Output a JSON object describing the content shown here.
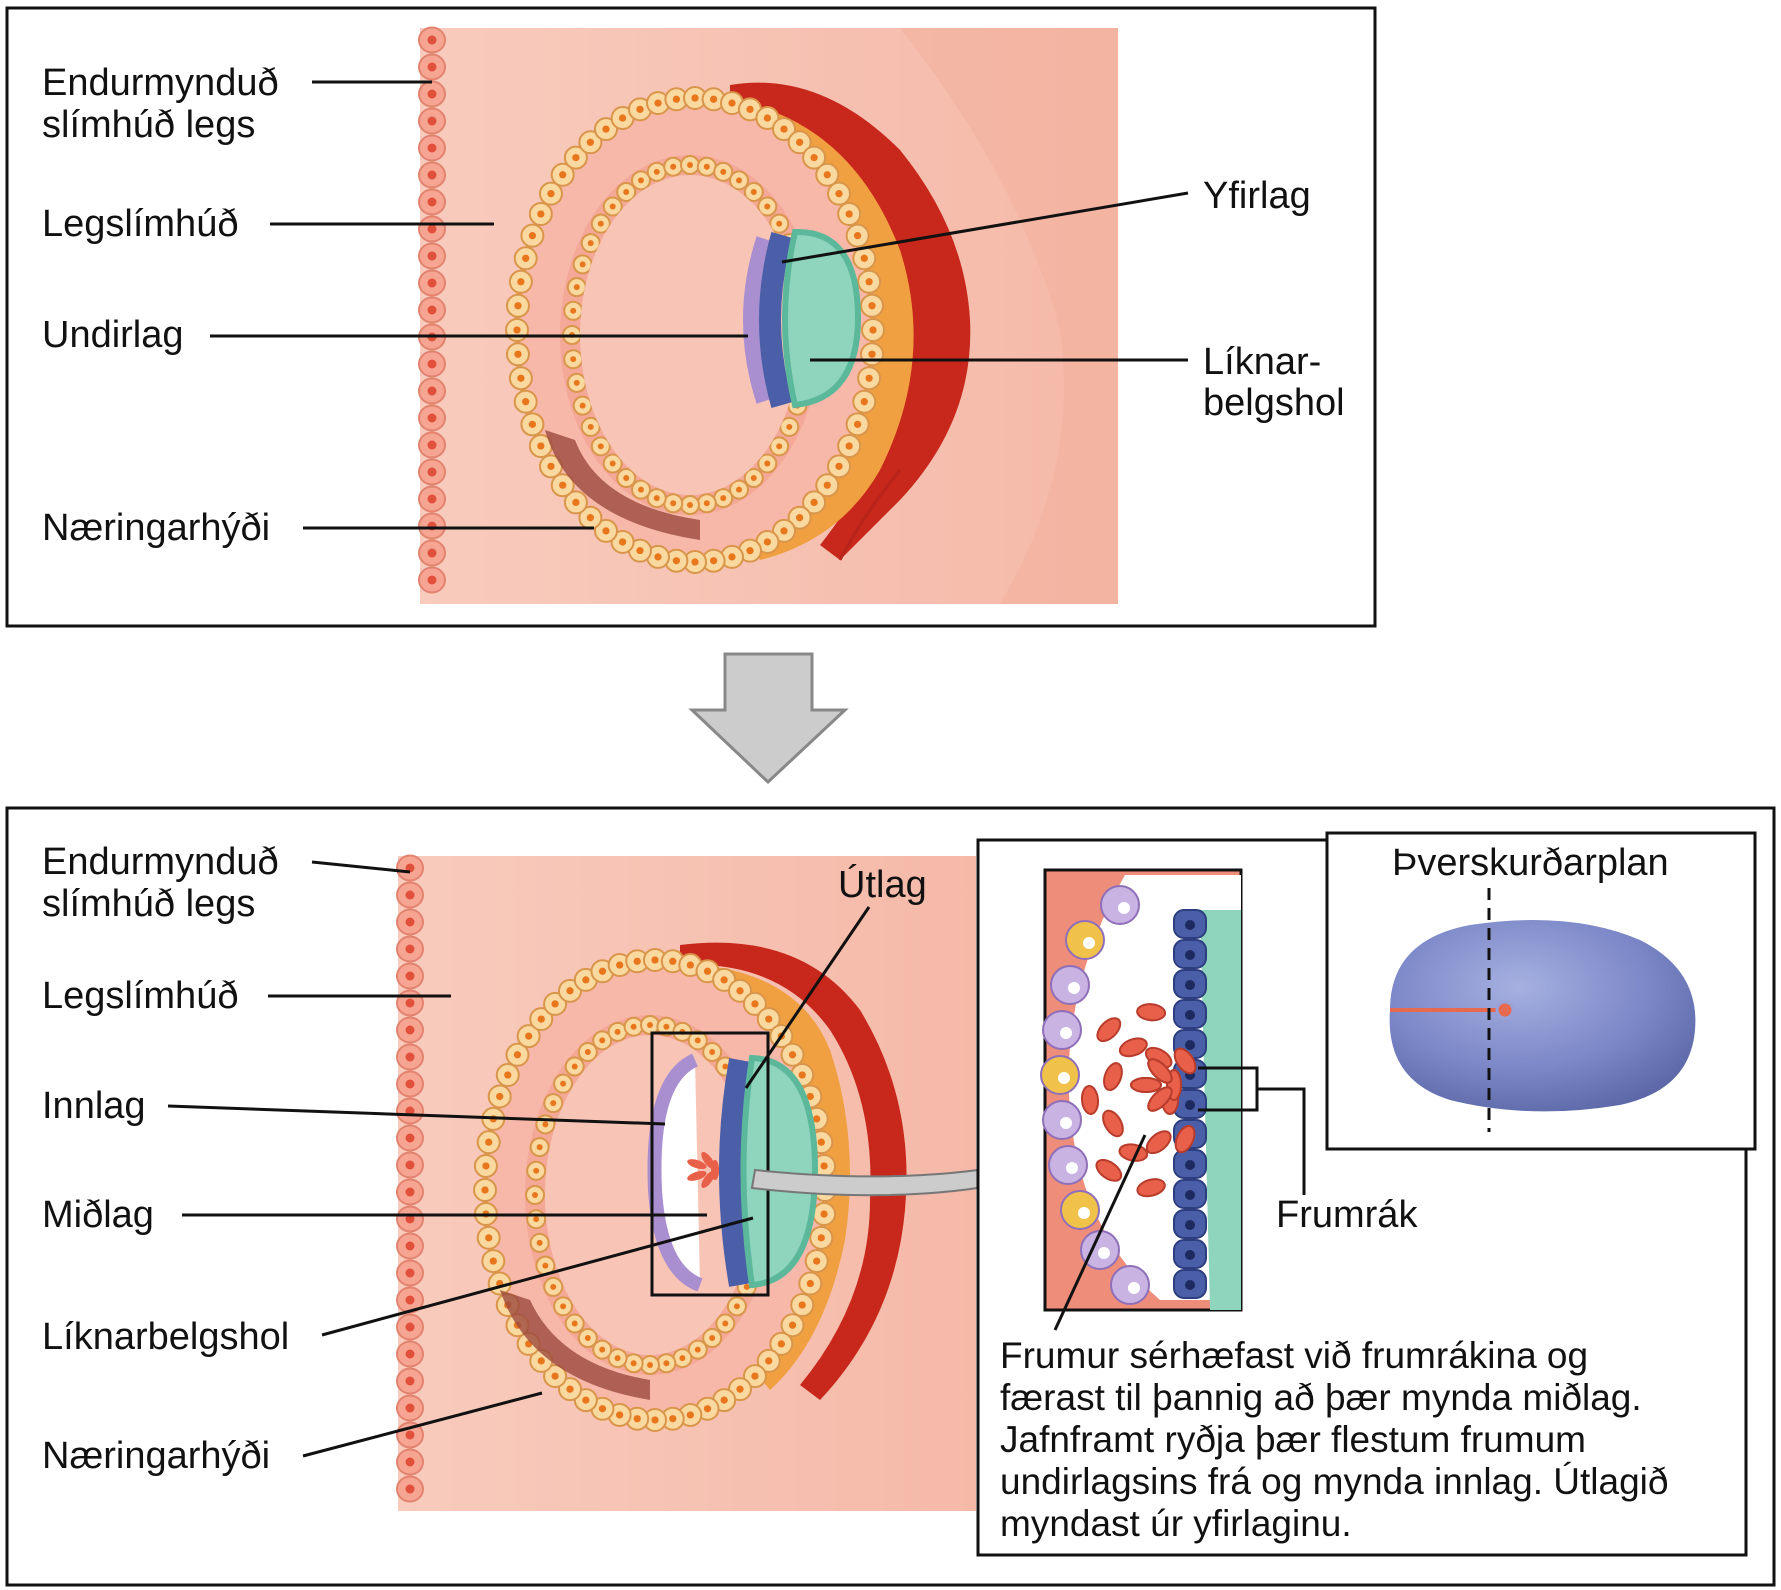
{
  "top_panel": {
    "labels": {
      "regenerated_endometrium": [
        "Endurmynduð",
        "slímhúð legs"
      ],
      "endometrium": "Legslímhúð",
      "hypoblast": "Undirlag",
      "trophoblast": "Næringarhýði",
      "epiblast": "Yfirlag",
      "amniotic_cavity": [
        "Líknar-",
        "belgshol"
      ]
    }
  },
  "bottom_panel": {
    "labels": {
      "regenerated_endometrium": [
        "Endurmynduð",
        "slímhúð legs"
      ],
      "endometrium": "Legslímhúð",
      "endoderm": "Innlag",
      "mesoderm": "Miðlag",
      "amniotic_cavity": "Líknarbelgshol",
      "trophoblast": "Næringarhýði",
      "ectoderm": "Útlag",
      "primitive_streak": "Frumrák",
      "cross_section_plane": "Þverskurðarplan"
    },
    "description": [
      "Frumur sérhæfast við frumrákina og",
      "færast til þannig að þær mynda miðlag.",
      "Jafnframt ryðja þær flestum frumum",
      "undirlagsins frá og mynda innlag. Útlagið",
      "myndast úr yfirlaginu."
    ]
  },
  "colors": {
    "endometrium": "#f7c6b8",
    "trophoblast_cell": "#f9d9a0",
    "trophoblast_nucleus": "#e8761c",
    "blood_vessel": "#c8281c",
    "epiblast": "#4a5fa8",
    "hypoblast": "#a98fd0",
    "amniotic_fluid": "#8fd4bd",
    "embryo_disc": "#7c88c8",
    "arrow": "#cccccc"
  }
}
